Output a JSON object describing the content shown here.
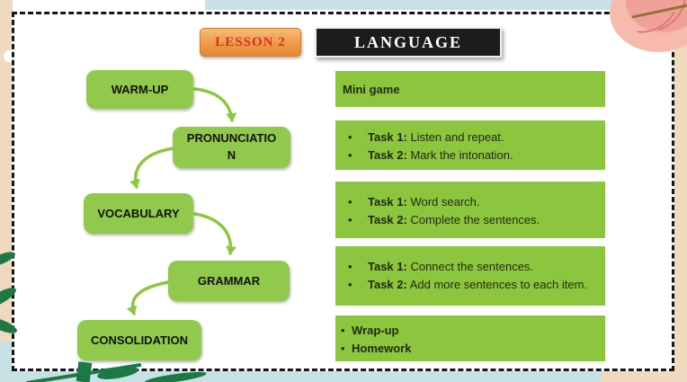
{
  "slide": {
    "lesson_badge": "LESSON 2",
    "title": "LANGUAGE"
  },
  "flow": {
    "nodes": [
      {
        "label": "WARM-UP"
      },
      {
        "label": "PRONUNCIATION"
      },
      {
        "label": "VOCABULARY"
      },
      {
        "label": "GRAMMAR"
      },
      {
        "label": "CONSOLIDATION"
      }
    ]
  },
  "panels": [
    {
      "lines": [
        {
          "bold": "Mini game",
          "rest": ""
        }
      ]
    },
    {
      "lines": [
        {
          "bold": "Task 1:",
          "rest": " Listen and repeat."
        },
        {
          "bold": "Task 2:",
          "rest": " Mark the intonation."
        }
      ]
    },
    {
      "lines": [
        {
          "bold": "Task 1:",
          "rest": " Word search."
        },
        {
          "bold": "Task 2:",
          "rest": " Complete the sentences."
        }
      ]
    },
    {
      "lines": [
        {
          "bold": "Task 1:",
          "rest": " Connect the sentences."
        },
        {
          "bold": "Task 2:",
          "rest": " Add more sentences to each item."
        }
      ]
    },
    {
      "lines": [
        {
          "bold": "Wrap-up",
          "rest": ""
        },
        {
          "bold": "Homework",
          "rest": ""
        }
      ]
    }
  ],
  "glyphs": {
    "bullet": "•"
  },
  "colors": {
    "panel_green": "#8CC63E",
    "node_green": "#90C94C",
    "arrow_green": "#8DC63F",
    "badge_orange_top": "#F7BC76",
    "badge_orange_bottom": "#E8882F",
    "badge_text_red": "#D93025",
    "title_bg": "#1C1C1C",
    "leaf_dark_green": "#1C7845",
    "strip_teal": "#C6E2E5",
    "strip_beige": "#EFD9BF",
    "flower_pink": "#F1A098"
  }
}
